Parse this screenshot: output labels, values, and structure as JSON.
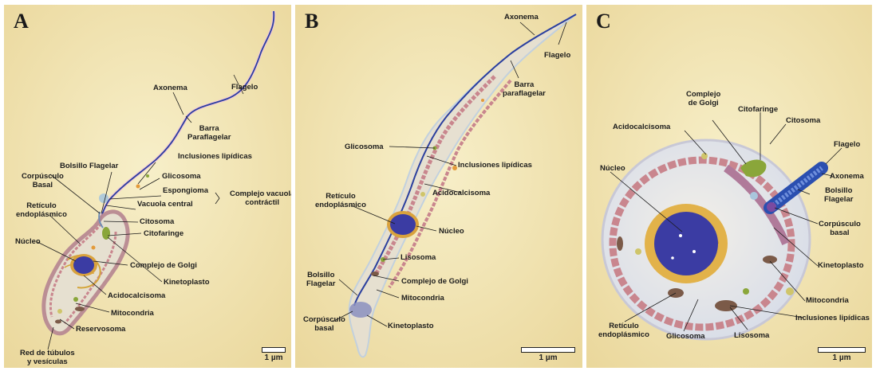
{
  "panels": [
    {
      "letter": "A",
      "labels": {
        "flagelo": "Flagelo",
        "axonema": "Axonema",
        "barra": [
          "Barra",
          "Paraflagelar"
        ],
        "bolsillo": "Bolsillo Flagelar",
        "inclusiones": "Inclusiones lipídicas",
        "corpusculo": [
          "Corpúsculo",
          "Basal"
        ],
        "glicosoma": "Glicosoma",
        "espongioma": "Espongioma",
        "vacuola_central": "Vacuola central",
        "complejo_vacuola": [
          "Complejo vacuola",
          "contráctil"
        ],
        "reticulo": [
          "Retículo",
          "endoplásmico"
        ],
        "citosoma": "Citosoma",
        "citofaringe": "Citofaringe",
        "nucleo": "Núcleo",
        "golgi": "Complejo de Golgi",
        "kinetoplasto": "Kinetoplasto",
        "acidocalcisoma": "Acidocalcisoma",
        "mitocondria": "Mitocondria",
        "reservosoma": "Reservosoma",
        "red": [
          "Red de túbulos",
          "y vesículas"
        ]
      },
      "scale": "1 µm"
    },
    {
      "letter": "B",
      "labels": {
        "axonema": "Axonema",
        "flagelo": "Flagelo",
        "barra": [
          "Barra",
          "paraflagelar"
        ],
        "glicosoma": "Glicosoma",
        "inclusiones": "Inclusiones lipídicas",
        "acidocalcisoma": "Acidocalcisoma",
        "reticulo": [
          "Retículo",
          "endoplásmico"
        ],
        "nucleo": "Núcleo",
        "lisosoma": "Lisosoma",
        "bolsillo": [
          "Bolsillo",
          "Flagelar"
        ],
        "golgi": "Complejo de Golgi",
        "mitocondria": "Mitocondria",
        "corpusculo": [
          "Corpúsculo",
          "basal"
        ],
        "kinetoplasto": "Kinetoplasto"
      },
      "scale": "1 µm"
    },
    {
      "letter": "C",
      "labels": {
        "golgi": [
          "Complejo",
          "de Golgi"
        ],
        "citofaringe": "Citofaringe",
        "citosoma": "Citosoma",
        "acidocalcisoma": "Acidocalcisoma",
        "flagelo": "Flagelo",
        "nucleo": "Núcleo",
        "axonema": "Axonema",
        "bolsillo": [
          "Bolsillo",
          "Flagelar"
        ],
        "corpusculo": [
          "Corpúsculo",
          "basal"
        ],
        "kinetoplasto": "Kinetoplasto",
        "mitocondria": "Mitocondria",
        "inclusiones": "Inclusiones lipídicas",
        "reticulo": [
          "Retículo",
          "endoplásmico"
        ],
        "glicosoma": "Glicosoma",
        "lisosoma": "Lisosoma"
      },
      "scale": "1 µm"
    }
  ],
  "colors": {
    "panel_bg": "#f3e6b0",
    "cell_fill": "#e9e3d4",
    "nucleus": "#3b3ca3",
    "mitochondria": "#c9868e",
    "flagellum": "#2b3f9e",
    "golgi": "#d4a53a"
  }
}
